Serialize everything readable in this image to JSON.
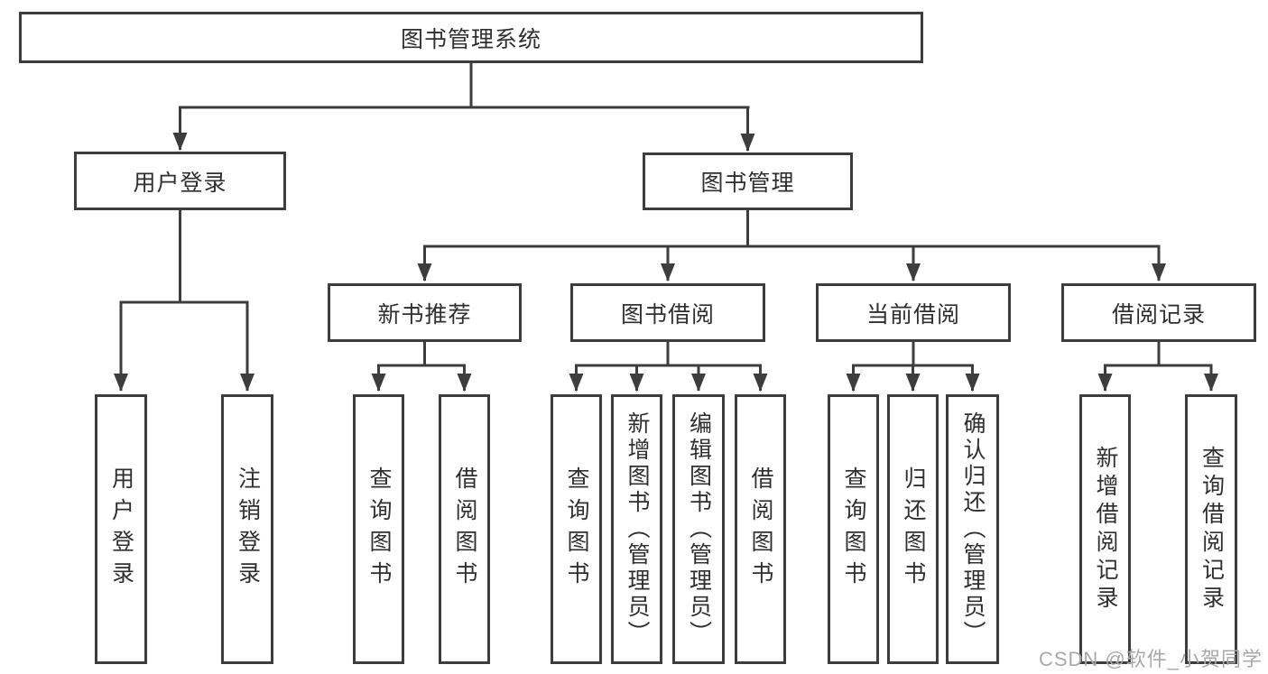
{
  "diagram": {
    "root": {
      "label": "图书管理系统"
    },
    "level2": {
      "user_login": {
        "label": "用户登录"
      },
      "book_management": {
        "label": "图书管理"
      }
    },
    "level3": {
      "new_book_recommend": {
        "label": "新书推荐"
      },
      "book_borrow": {
        "label": "图书借阅"
      },
      "current_borrow": {
        "label": "当前借阅"
      },
      "borrow_records": {
        "label": "借阅记录"
      }
    },
    "leaves": {
      "user_login": [
        {
          "label": "用户登录"
        },
        {
          "label": "注销登录"
        }
      ],
      "new_book_recommend": [
        {
          "label": "查询图书"
        },
        {
          "label": "借阅图书"
        }
      ],
      "book_borrow": [
        {
          "label": "查询图书"
        },
        {
          "label": "新增图书（管理员）"
        },
        {
          "label": "编辑图书（管理员）"
        },
        {
          "label": "借阅图书"
        }
      ],
      "current_borrow": [
        {
          "label": "查询图书"
        },
        {
          "label": "归还图书"
        },
        {
          "label": "确认归还（管理员）"
        }
      ],
      "borrow_records": [
        {
          "label": "新增借阅记录"
        },
        {
          "label": "查询借阅记录"
        }
      ]
    },
    "watermark": "CSDN @软件_小贺同学",
    "colors": {
      "line": "#3d3d3d",
      "box_border": "#3d3d3d",
      "text": "#2f2f2f",
      "watermark": "#a8a8a8",
      "background": "#ffffff"
    }
  }
}
